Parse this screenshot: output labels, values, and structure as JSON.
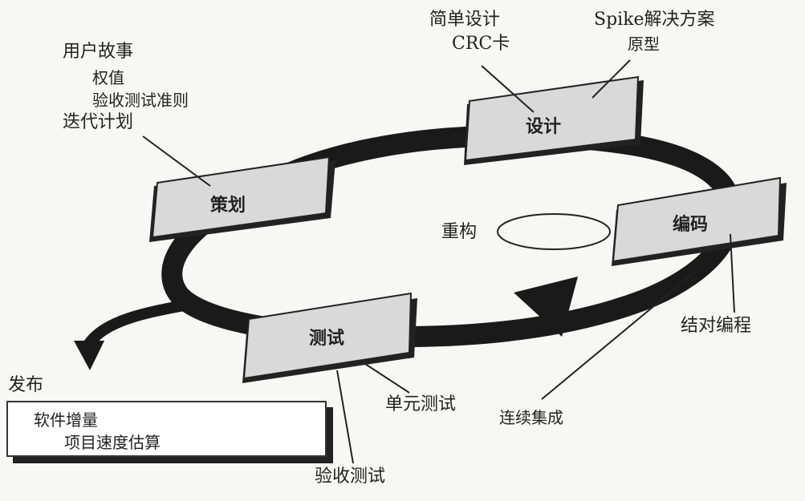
{
  "phases": {
    "planning": "策划",
    "design": "设计",
    "coding": "编码",
    "testing": "测试"
  },
  "annotations": {
    "planning": [
      "用户故事",
      "权值",
      "验收测试准则",
      "迭代计划"
    ],
    "design_left": [
      "简单设计",
      "CRC卡"
    ],
    "design_right": [
      "Spike解决方案",
      "原型"
    ],
    "refactoring": "重构",
    "pair_programming": "结对编程",
    "continuous_integration": "连续集成",
    "unit_test": "单元测试",
    "acceptance_test": "验收测试",
    "release": "发布",
    "release_items": [
      "软件增量",
      "项目速度估算"
    ]
  },
  "colors": {
    "box_fill": "#d9d9d9",
    "loop": "#1a1a1a",
    "line": "#222222"
  }
}
